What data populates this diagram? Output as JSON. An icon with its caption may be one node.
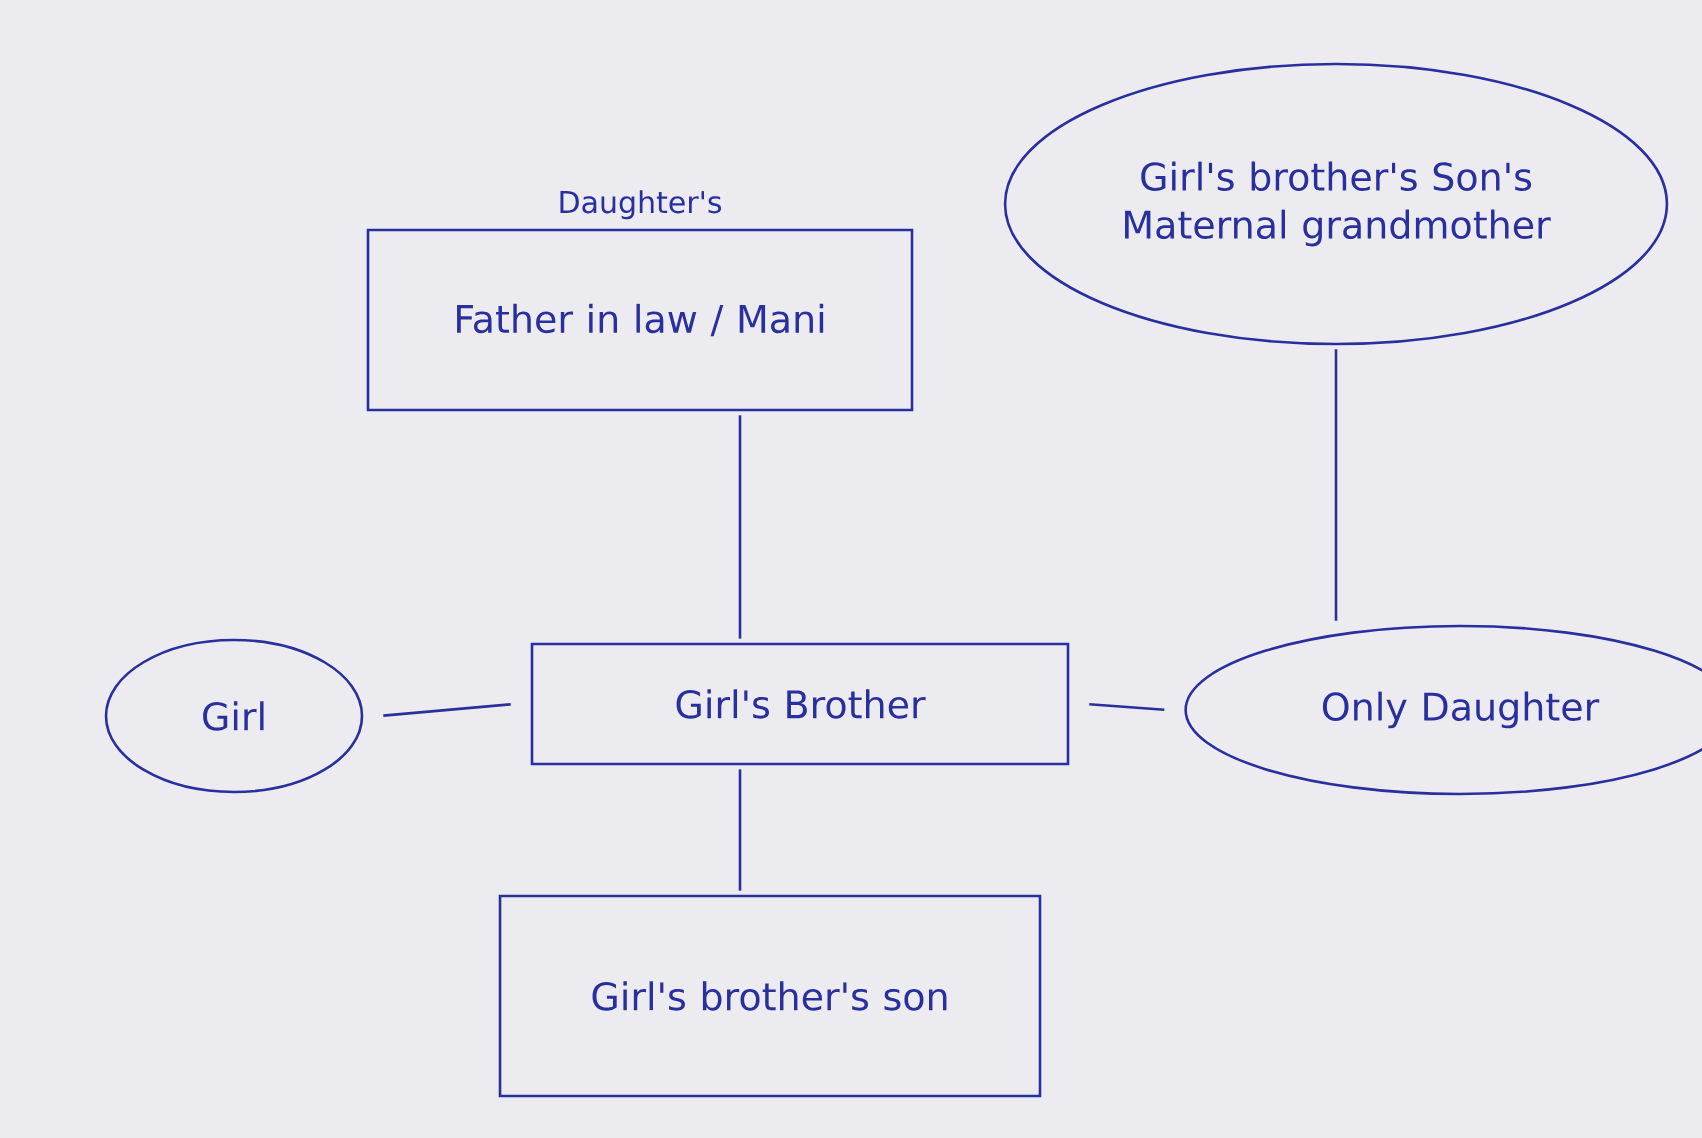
{
  "diagram": {
    "nodes": [
      {
        "text": [
          "Father in law / Mani"
        ],
        "beside": [
          "Daughter's"
        ]
      },
      {
        "text": [
          "Girl's brother's Son's Maternal grandmother"
        ]
      },
      {
        "text": [
          "Girl"
        ]
      },
      {
        "text": [
          "Girl's Brother"
        ]
      },
      {
        "text": [
          "Only Daughter"
        ]
      },
      {
        "text": [
          "Girl's brother's son"
        ]
      }
    ],
    "edges": [
      {
        "from": 0,
        "to": 3,
        "arrow": "none"
      },
      {
        "from": 1,
        "to": 4,
        "arrow": "none"
      },
      {
        "from": 2,
        "to": 3,
        "arrow": "none"
      },
      {
        "from": 3,
        "to": 4,
        "arrow": "none"
      },
      {
        "from": 3,
        "to": 5,
        "arrow": "none"
      }
    ]
  }
}
